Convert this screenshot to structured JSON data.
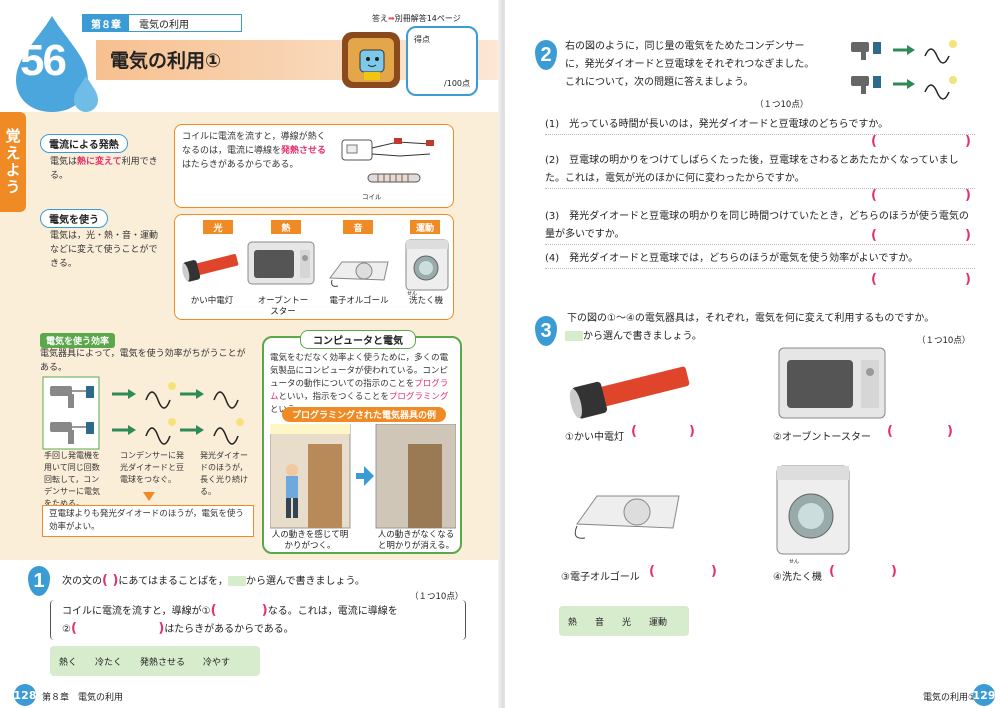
{
  "header": {
    "lesson_number": "56",
    "chapter_tag": "第８章",
    "chapter_name": "電気の利用",
    "title": "電気の利用①",
    "answer_ref_label": "答え",
    "answer_ref_text": "別冊解答14ページ",
    "score_label": "得点",
    "score_max": "/100点"
  },
  "summary": {
    "side_tag": "覚えよう",
    "section1": {
      "heading": "電流による発熱",
      "text_a": "電気は",
      "text_b": "熱に変えて",
      "text_c": "利用できる。",
      "box_text_a": "コイルに電流を流すと，導線が熱くなるのは，電流に導線を",
      "box_text_b": "発熱させる",
      "box_text_c": "はたらきがあるからである。",
      "coil_label": "コイル"
    },
    "section2": {
      "heading": "電気を使う",
      "text": "電気は，光・熱・音・運動などに変えて使うことができる。",
      "tags": [
        "光",
        "熱",
        "音",
        "運動"
      ],
      "captions": [
        "かい中電灯",
        "オーブントースター",
        "電子オルゴール",
        "洗たく機"
      ],
      "ruby": "せん"
    },
    "section3": {
      "heading": "電気を使う効率",
      "text": "電気器具によって，電気を使う効率がちがうことがある。",
      "steps": [
        "手回し発電機を用いて同じ回数回転して，コンデンサーに電気をためる。",
        "コンデンサーに発光ダイオードと豆電球をつなぐ。",
        "発光ダイオードのほうが，長く光り続ける。"
      ],
      "conclusion": "豆電球よりも発光ダイオードのほうが，電気を使う効率がよい。"
    },
    "computer": {
      "heading": "コンピュータと電気",
      "text_a": "電気をむだなく効率よく使うために，多くの電気製品にコンピュータが使われている。コンピュータの動作についての指示のことを",
      "text_b": "プログラム",
      "text_c": "といい，指示をつくることを",
      "text_d": "プログラミング",
      "text_e": "という。",
      "example_heading": "プログラミングされた電気器具の例",
      "caption_left": "人の動きを感じて明かりがつく。",
      "caption_right": "人の動きがなくなると明かりが消える。"
    }
  },
  "q1": {
    "number": "1",
    "prompt_a": "次の文の",
    "prompt_b": "にあてはまることばを，",
    "prompt_c": "から選んで書きましょう。",
    "points": "（１つ10点）",
    "sentence_a": "コイルに電流を流すと，導線が①",
    "sentence_b": "なる。これは，電流に導線を",
    "sentence_c": "②",
    "sentence_d": "はたらきがあるからである。",
    "choices": [
      "熱く",
      "冷たく",
      "発熱させる",
      "冷やす"
    ]
  },
  "q2": {
    "number": "2",
    "prompt": "右の図のように，同じ量の電気をためたコンデンサーに，発光ダイオードと豆電球をそれぞれつなぎました。これについて，次の問題に答えましょう。",
    "points": "（１つ10点）",
    "items": [
      "(1)　光っている時間が長いのは，発光ダイオードと豆電球のどちらですか。",
      "(2)　豆電球の明かりをつけてしばらくたった後，豆電球をさわるとあたたかくなっていました。これは，電気が光のほかに何に変わったからですか。",
      "(3)　発光ダイオードと豆電球の明かりを同じ時間つけていたとき，どちらのほうが使う電気の量が多いですか。",
      "(4)　発光ダイオードと豆電球では，どちらのほうが電気を使う効率がよいですか。"
    ]
  },
  "q3": {
    "number": "3",
    "prompt_a": "下の図の①〜④の電気器具は，それぞれ，電気を何に変えて利用するものですか。",
    "prompt_b": "から選んで書きましょう。",
    "points": "（１つ10点）",
    "items": [
      "①かい中電灯",
      "②オーブントースター",
      "③電子オルゴール",
      "④洗たく機"
    ],
    "ruby": "せん",
    "choices": [
      "熱",
      "音",
      "光",
      "運動"
    ]
  },
  "footer": {
    "left_page": "128",
    "left_text": "第８章　電気の利用",
    "right_text": "電気の利用①",
    "right_page": "129"
  },
  "colors": {
    "accent_blue": "#3a9bd5",
    "accent_orange": "#f08a24",
    "accent_red": "#e5306b",
    "accent_green": "#5aa84a"
  }
}
